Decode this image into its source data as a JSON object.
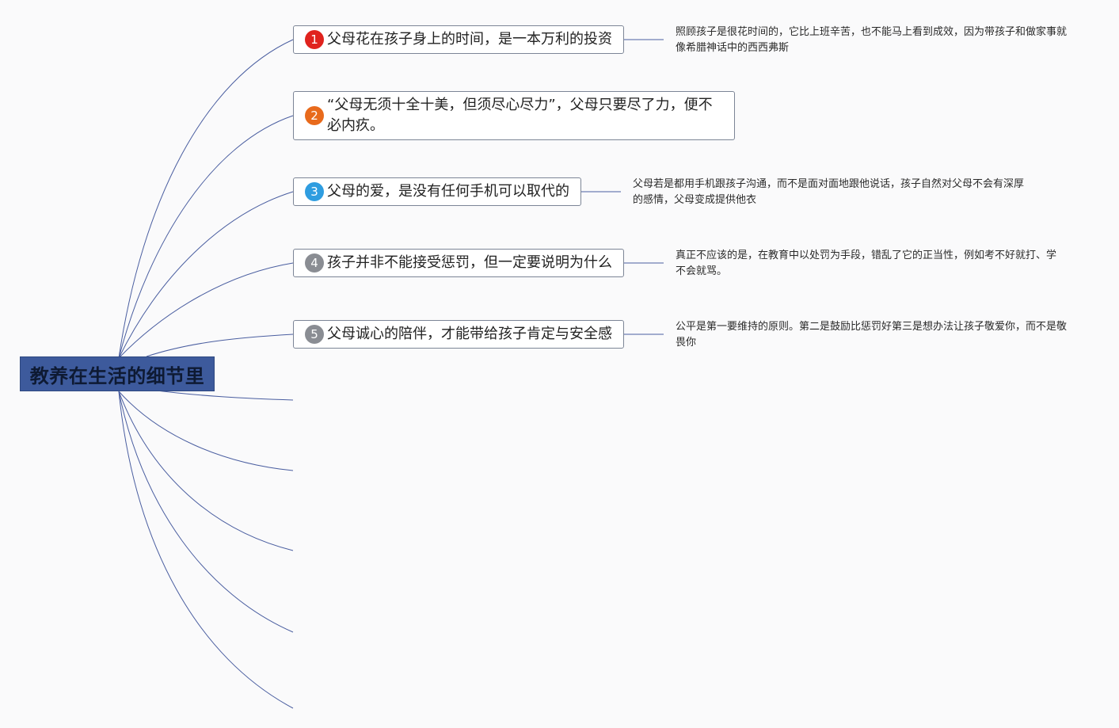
{
  "root": {
    "label": "教养在生活的细节里"
  },
  "topics": [
    {
      "number": "1",
      "badge_color": "#e0231e",
      "label": "父母花在孩子身上的时间，是一本万利的投资",
      "note": "照顾孩子是很花时间的，它比上班辛苦，也不能马上看到成效，因为带孩子和做家事就像希腊神话中的西西弗斯"
    },
    {
      "number": "2",
      "badge_color": "#e86a1c",
      "label": "“父母无须十全十美，但须尽心尽力”，父母只要尽了力，便不必内疚。",
      "note": ""
    },
    {
      "number": "3",
      "badge_color": "#2f9de0",
      "label": "父母的爱，是没有任何手机可以取代的",
      "note": "父母若是都用手机跟孩子沟通，而不是面对面地跟他说话，孩子自然对父母不会有深厚的感情，父母变成提供他衣"
    },
    {
      "number": "4",
      "badge_color": "#8a8d93",
      "label": "孩子并非不能接受惩罚，但一定要说明为什么",
      "note": "真正不应该的是，在教育中以处罚为手段，错乱了它的正当性，例如考不好就打、学不会就骂。"
    },
    {
      "number": "5",
      "badge_color": "#8a8d93",
      "label": "父母诚心的陪伴，才能带给孩子肯定与安全感",
      "note": "公平是第一要维持的原则。第二是鼓励比惩罚好第三是想办法让孩子敬爱你，而不是敬畏你"
    }
  ],
  "colors": {
    "root_fill": "#3d5a9c",
    "connector": "#4a5ea0",
    "topic_border": "#7c8596",
    "background": "#fafafb"
  }
}
